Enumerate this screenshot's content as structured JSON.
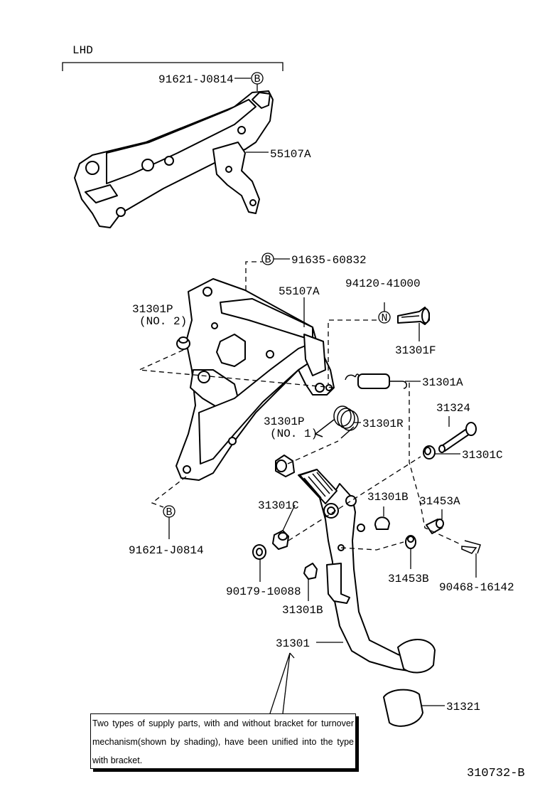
{
  "section_label": "LHD",
  "figure_number": "310732-B",
  "note": "Two types of supply parts, with and without bracket for turnover mechanism(shown by shading), have been unified into the type with bracket.",
  "markers": {
    "b": "B",
    "n": "N"
  },
  "labels": {
    "upper_bolt": "91621-J0814",
    "upper_bracket": "55107A",
    "b_bolt_top": "91635-60832",
    "bracket": "55107A",
    "n_part": "94120-41000",
    "cushion_no2": "31301P",
    "cushion_no2_sub": "(NO. 2)",
    "pin_f": "31301F",
    "spring_a": "31301A",
    "shaft": "31324",
    "spring_r": "31301R",
    "cushion_no1": "31301P",
    "cushion_no1_sub": "(NO. 1)",
    "bushing_c_right": "31301C",
    "bushing_b_top": "31301B",
    "pin_453a": "31453A",
    "bushing_c_left": "31301C",
    "b_bolt_bottom": "91621-J0814",
    "nut": "90179-10088",
    "clip_453b": "31453B",
    "clip_90468": "90468-16142",
    "bushing_b_bottom": "31301B",
    "pedal": "31301",
    "pad": "31321"
  }
}
